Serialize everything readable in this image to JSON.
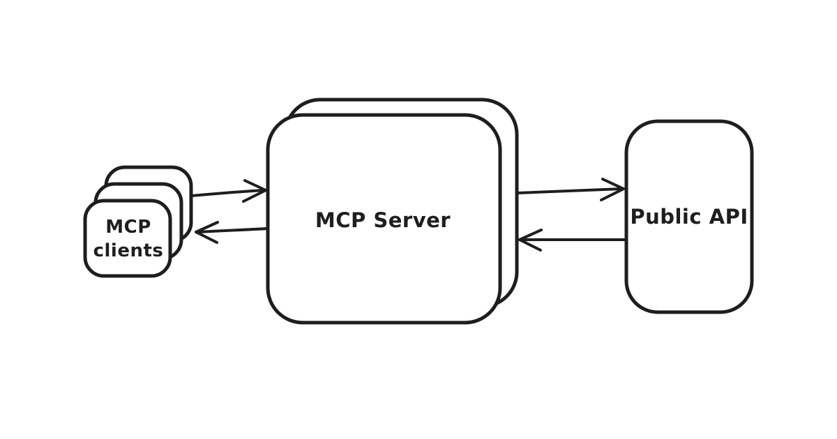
{
  "theme": {
    "background": "#ffffff",
    "stroke_color": "#1e1e1e",
    "text_color": "#1e1e1e"
  },
  "nodes": {
    "clients": {
      "line1": "MCP",
      "line2": "clients",
      "style": "stacked-cards-x3"
    },
    "server": {
      "label": "MCP Server",
      "style": "stacked-cards-x2"
    },
    "api": {
      "label": "Public API",
      "style": "single-card"
    }
  },
  "edges": [
    {
      "from": "clients",
      "to": "server",
      "direction": "right"
    },
    {
      "from": "server",
      "to": "clients",
      "direction": "left"
    },
    {
      "from": "server",
      "to": "api",
      "direction": "right"
    },
    {
      "from": "api",
      "to": "server",
      "direction": "left"
    }
  ]
}
